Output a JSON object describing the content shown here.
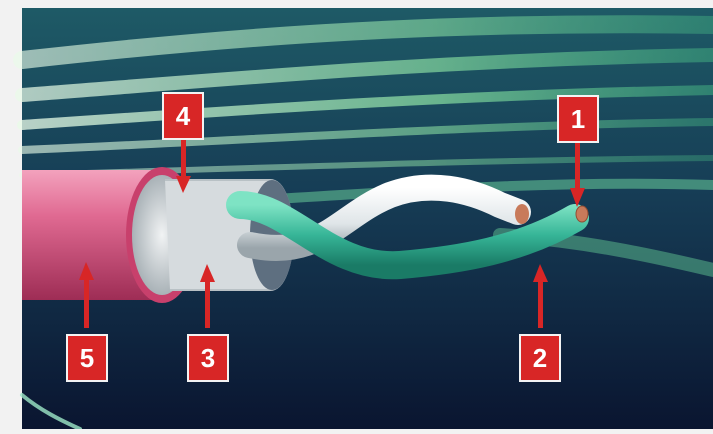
{
  "title": "",
  "labels": [
    {
      "id": "1",
      "text": "1"
    },
    {
      "id": "2",
      "text": "2"
    },
    {
      "id": "3",
      "text": "3"
    },
    {
      "id": "4",
      "text": "4"
    },
    {
      "id": "5",
      "text": "5"
    }
  ],
  "colors": {
    "background_frame": "#f2f2f2",
    "space_dark": "#0d1a38",
    "light_streak_green": "#7ee0a0",
    "outer_jacket_pink": "#d8507a",
    "inner_wire_teal": "#35b89a",
    "insulation_white": "#e8ecee",
    "braid_shield_gray": "#c8ced2",
    "core_copper": "#c87a5a",
    "label_red": "#d82626"
  },
  "icons": [
    "cable-cutaway-illustration",
    "arrow-pointer"
  ]
}
